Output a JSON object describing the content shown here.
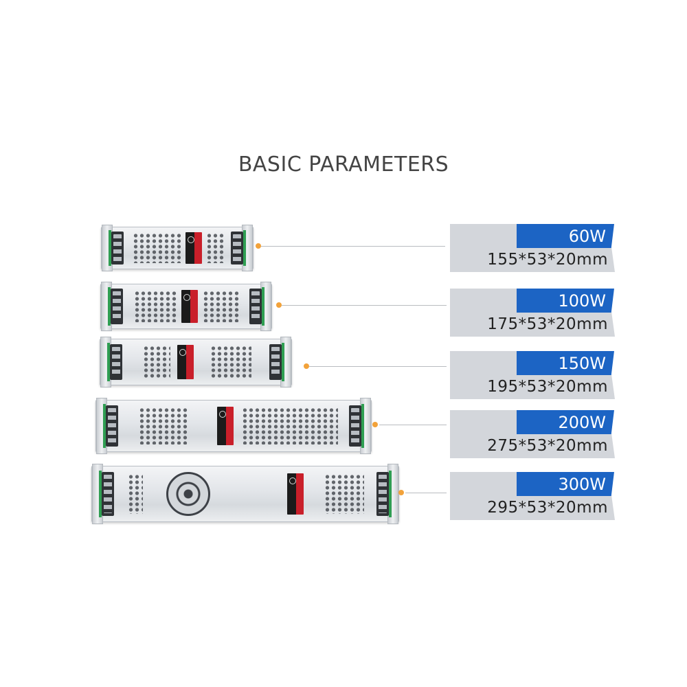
{
  "title": "BASIC PARAMETERS",
  "colors": {
    "accent_blue": "#1c64c4",
    "tag_grey": "#d3d6db",
    "connector_dot": "#f2a23a",
    "label_red": "#c91f2a"
  },
  "products": [
    {
      "watt": "60W",
      "size": "155*53*20mm"
    },
    {
      "watt": "100W",
      "size": "175*53*20mm"
    },
    {
      "watt": "150W",
      "size": "195*53*20mm"
    },
    {
      "watt": "200W",
      "size": "275*53*20mm"
    },
    {
      "watt": "300W",
      "size": "295*53*20mm"
    }
  ]
}
